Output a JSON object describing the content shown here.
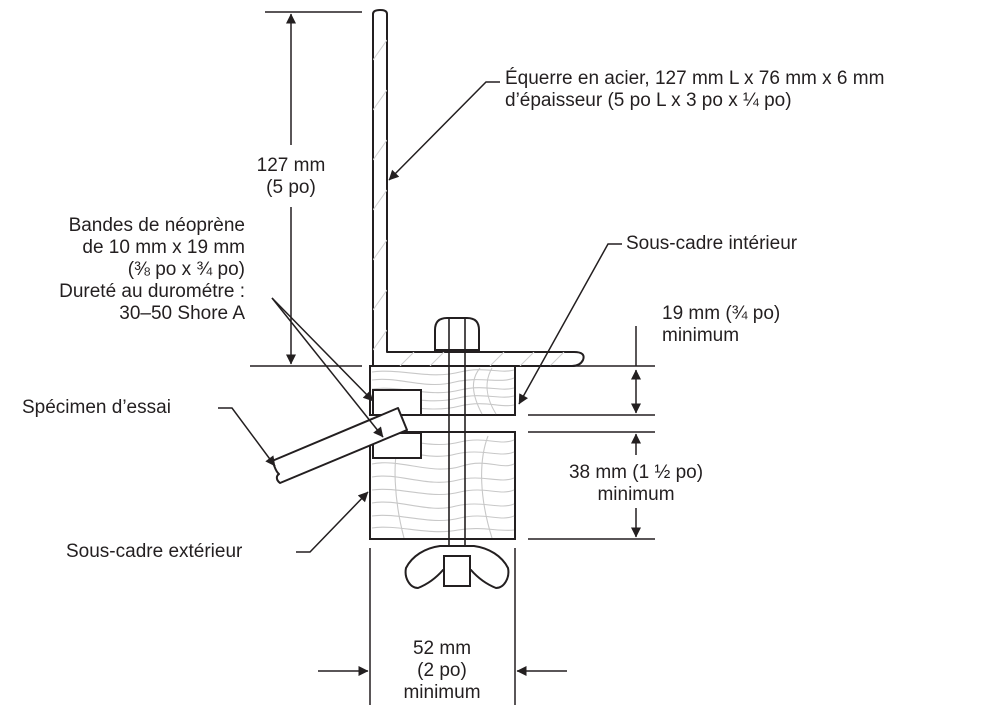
{
  "labels": {
    "steel_angle": {
      "line1": "Équerre en acier, 127 mm L x 76 mm x 6 mm",
      "line2": "d’épaisseur (5 po L x 3 po x ¼ po)"
    },
    "height_dim": {
      "line1": "127 mm",
      "line2": "(5 po)"
    },
    "neoprene": {
      "line1": "Bandes de néoprène",
      "line2": "de 10 mm x 19 mm",
      "line3": "(⅜ po x ¾ po)",
      "line4": "Dureté au durométre :",
      "line5": "30–50 Shore A"
    },
    "inner_subframe": "Sous-cadre intérieur",
    "dim_19": {
      "line1": "19 mm (¾ po)",
      "line2": "minimum"
    },
    "specimen": "Spécimen d’essai",
    "dim_38": {
      "line1": "38 mm (1 ½ po)",
      "line2": "minimum"
    },
    "outer_subframe": "Sous-cadre extérieur",
    "dim_52": {
      "line1": "52 mm",
      "line2": "(2 po)",
      "line3": "minimum"
    }
  },
  "colors": {
    "line": "#231f20",
    "wood_grain": "#c8c8c8",
    "steel_hatch": "#cfcfcf",
    "background": "#ffffff"
  }
}
